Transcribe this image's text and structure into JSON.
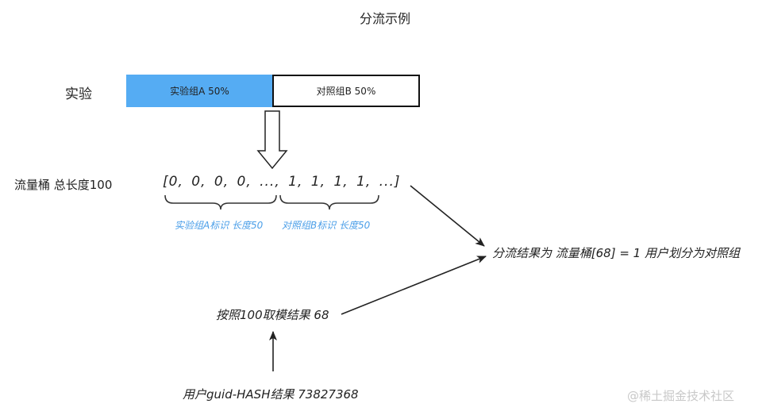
{
  "title": "分流示例",
  "experiment_label": "实验",
  "groups": [
    {
      "label": "实验组A 50%",
      "share_percent": 50,
      "color": "#55acf3"
    },
    {
      "label": "对照组B 50%",
      "share_percent": 50,
      "color": "#ffffff"
    }
  ],
  "bucket_label": "流量桶 总长度100",
  "bucket_array": "[0,  0,  0,  0,  ...,  1,  1,  1,  1,  ...]",
  "brace_labels": [
    "实验组A标识 长度50",
    "对照组B标识 长度50"
  ],
  "result_text": "分流结果为 流量桶[68] = 1 用户划分为对照组",
  "mod_text": "按照100取模结果 68",
  "hash_text": "用户guid-HASH结果 73827368",
  "watermark": "@稀土掘金技术社区"
}
